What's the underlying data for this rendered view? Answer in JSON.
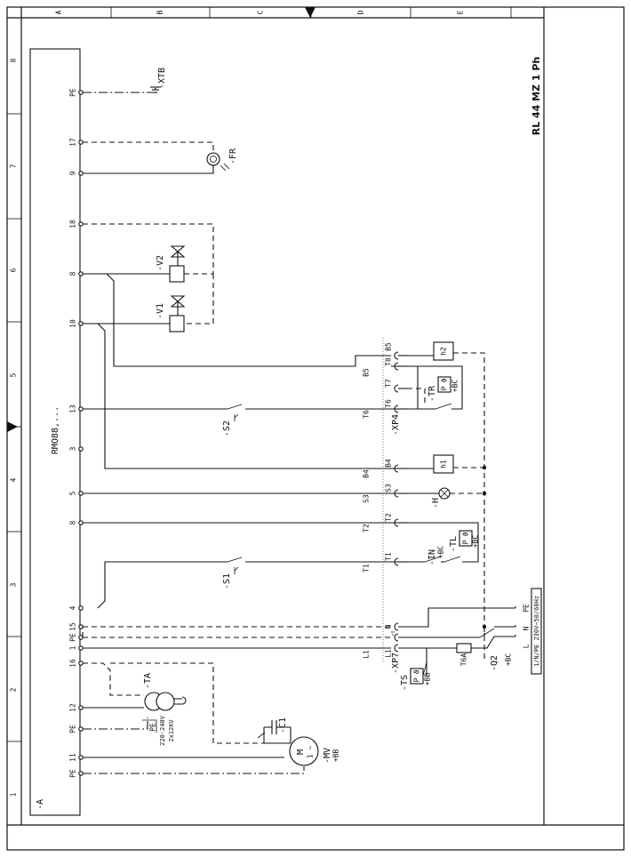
{
  "title_block": {
    "model": "RL 44 MZ 1 Ph"
  },
  "grid": {
    "columns": [
      "A",
      "B",
      "C",
      "D",
      "E"
    ],
    "rows": [
      "1",
      "2",
      "3",
      "4",
      "5",
      "6",
      "7",
      "8"
    ]
  },
  "controller": {
    "tag": "-A",
    "name": "RMO88,...",
    "terminals": [
      "PE",
      "11",
      "PE",
      "12",
      "16",
      "1",
      "PE",
      "15",
      "4",
      "8",
      "5",
      "3",
      "13",
      "10",
      "8",
      "18",
      "9",
      "17",
      "PE"
    ]
  },
  "components": {
    "xtb": "-XTB",
    "fr": "-FR",
    "v1": "-V1",
    "v2": "-V2",
    "s1": "-S1",
    "s2": "-S2",
    "ta": "-TA",
    "ta_pe": "PE",
    "ta_rating1": "220-240V",
    "ta_rating2": "2x12KV",
    "c1": "-C1",
    "mv": "-MV",
    "mv_sub": "+BB",
    "m_letter": "M",
    "m_phase": "1 ~",
    "h": "-H",
    "h1": "h1",
    "h2": "h2",
    "tr": "-TR",
    "tr_sub": "+BC",
    "tl": "-TL",
    "tl_sub": "+BC",
    "in": "-IN",
    "in_sub": "+BC",
    "ts": "-TS",
    "ts_sub": "+BB",
    "q2": "-Q2",
    "q2_sub": "+BC",
    "fuse": "T6A",
    "p_box": "P",
    "p_sym": "ϑ"
  },
  "connectors": {
    "xp4": "-XP4",
    "xp7": "-XP7",
    "xp4_pins": [
      "B4",
      "S3",
      "T2",
      "T1",
      "T6",
      "T7",
      "T8",
      "B5"
    ],
    "xp7_pins": [
      "L1",
      "N"
    ],
    "wire_labels": [
      "L1",
      "T1",
      "T2",
      "S3",
      "B4",
      "T6",
      "B5"
    ]
  },
  "supply": {
    "rating": "1/N/PE 230V~50/60Hz",
    "lines": [
      "L",
      "N",
      "PE"
    ]
  }
}
